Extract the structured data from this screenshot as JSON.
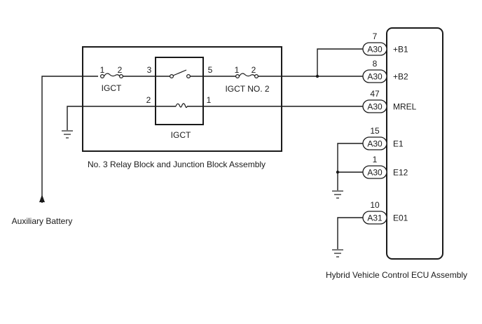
{
  "relay_block": {
    "title": "No. 3 Relay Block and Junction Block Assembly",
    "fuse1": {
      "name": "IGCT",
      "pin_a": "1",
      "pin_b": "2"
    },
    "fuse2": {
      "name": "IGCT NO. 2",
      "pin_a": "1",
      "pin_b": "2"
    },
    "relay": {
      "name": "IGCT",
      "pin_switch_in": "3",
      "pin_switch_out": "5",
      "pin_coil_a": "2",
      "pin_coil_b": "1"
    }
  },
  "battery": {
    "label": "Auxiliary Battery"
  },
  "ecu": {
    "title": "Hybrid Vehicle Control ECU Assembly",
    "terminals": [
      {
        "pin": "7",
        "connector": "A30",
        "signal": "+B1"
      },
      {
        "pin": "8",
        "connector": "A30",
        "signal": "+B2"
      },
      {
        "pin": "47",
        "connector": "A30",
        "signal": "MREL"
      },
      {
        "pin": "15",
        "connector": "A30",
        "signal": "E1"
      },
      {
        "pin": "1",
        "connector": "A30",
        "signal": "E12"
      },
      {
        "pin": "10",
        "connector": "A31",
        "signal": "E01"
      }
    ]
  }
}
